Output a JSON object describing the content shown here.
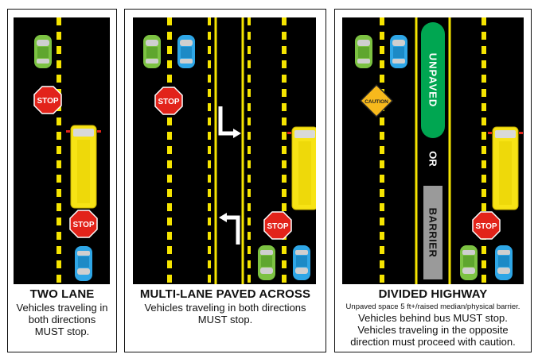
{
  "panels": [
    {
      "title": "TWO LANE",
      "lines": [
        "Vehicles traveling in",
        "both directions",
        "MUST stop."
      ]
    },
    {
      "title": "MULTI-LANE PAVED ACROSS",
      "lines": [
        "Vehicles traveling in both directions",
        "MUST stop."
      ]
    },
    {
      "title": "DIVIDED HIGHWAY",
      "note": "Unpaved space 5 ft+/raised median/physical barrier.",
      "lines": [
        "Vehicles behind bus MUST stop.",
        "Vehicles traveling in the opposite",
        "direction must proceed with caution."
      ]
    }
  ],
  "signs": {
    "stop": "STOP",
    "caution": "CAUTION"
  },
  "median": {
    "unpaved": "UNPAVED",
    "or": "OR",
    "barrier": "BARRIER"
  },
  "colors": {
    "road": "#000000",
    "lane_marking": "#f5e400",
    "stop_sign": "#e2231a",
    "bus": "#f7e315",
    "car_green": "#7cc242",
    "car_blue": "#2ea6e6",
    "median_green": "#00a651",
    "barrier_gray": "#9a9a9a",
    "caution_sign": "#f7b91c"
  }
}
